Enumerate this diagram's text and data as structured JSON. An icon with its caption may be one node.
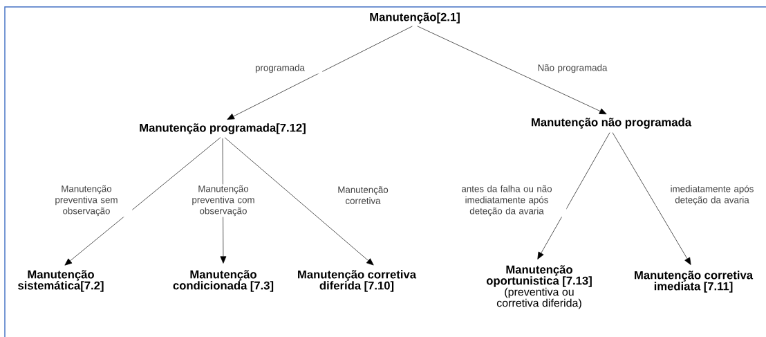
{
  "diagram": {
    "nodes": [
      {
        "text": [
          "Manutenção[2.1]"
        ]
      },
      {
        "text": [
          "Manutenção programada[7.12]"
        ]
      },
      {
        "text": [
          "Manutenção não programada"
        ]
      },
      {
        "text": [
          "Manutenção sistemática[7.2]"
        ]
      },
      {
        "text": [
          "Manutenção condicionada [7.3]"
        ]
      },
      {
        "text": [
          "Manutenção corretiva diferida [7.10]"
        ]
      },
      {
        "text": [
          "Manutenção oportunistica [7.13]",
          "(preventiva ou corretiva diferida)"
        ]
      },
      {
        "text": [
          "Manutenção corretiva imediata [7.11]"
        ]
      }
    ],
    "edges": [
      {
        "from": 0,
        "to": 1,
        "arrow": "to",
        "label": "programada"
      },
      {
        "from": 0,
        "to": 2,
        "arrow": "to",
        "label": "Não programada"
      },
      {
        "from": 1,
        "to": 3,
        "arrow": "to",
        "label": "Manutenção preventiva sem observação"
      },
      {
        "from": 1,
        "to": 4,
        "arrow": "to",
        "label": "Manutenção preventiva com observação"
      },
      {
        "from": 1,
        "to": 5,
        "arrow": "to",
        "label": "Manutenção corretiva"
      },
      {
        "from": 2,
        "to": 6,
        "arrow": "to",
        "label": "antes da falha ou não imediatamente após deteção da avaria"
      },
      {
        "from": 2,
        "to": 7,
        "arrow": "to",
        "label": "imediatamente após deteção da avaria"
      }
    ]
  }
}
